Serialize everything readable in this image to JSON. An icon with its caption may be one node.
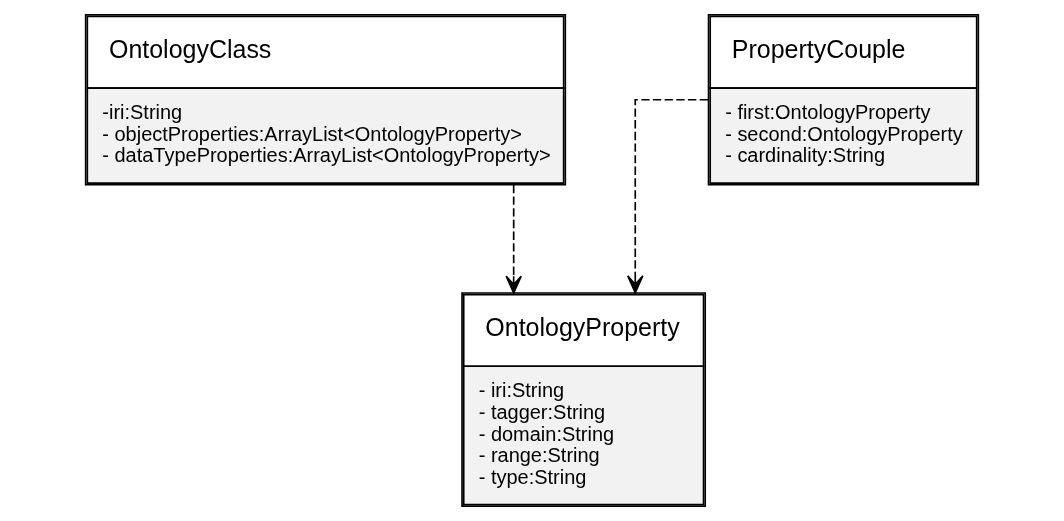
{
  "diagram": {
    "nodes": [
      {
        "text": [
          "OntologyClass",
          "-iri:String",
          "- objectProperties:ArrayList<OntologyProperty>",
          "- dataTypeProperties:ArrayList<OntologyProperty>"
        ]
      },
      {
        "text": [
          "PropertyCouple",
          "- first:OntologyProperty",
          "- second:OntologyProperty",
          "- cardinality:String"
        ]
      },
      {
        "text": [
          "OntologyProperty",
          "- iri:String",
          "- tagger:String",
          "- domain:String",
          "- range:String",
          "- type:String"
        ]
      }
    ],
    "edges": [
      {
        "from": 0,
        "to": 2,
        "arrow": "to",
        "style": "dashed"
      },
      {
        "from": 1,
        "to": 2,
        "arrow": "to",
        "style": "dashed"
      }
    ]
  }
}
